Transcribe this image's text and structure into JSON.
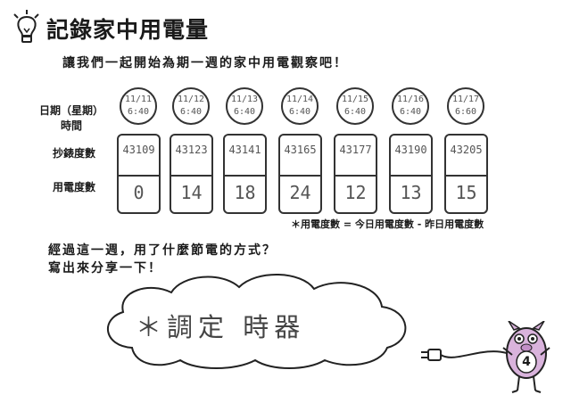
{
  "title": "記錄家中用電量",
  "intro": "讓我們一起開始為期一週的家中用電觀察吧！",
  "labels": {
    "date_line1": "日期（星期）",
    "date_line2": "時間",
    "meter": "抄錶度數",
    "usage": "用電度數"
  },
  "days": [
    {
      "date": "11/11",
      "time": "6:40",
      "meter": "43109",
      "usage": "0"
    },
    {
      "date": "11/12",
      "time": "6:40",
      "meter": "43123",
      "usage": "14"
    },
    {
      "date": "11/13",
      "time": "6:40",
      "meter": "43141",
      "usage": "18"
    },
    {
      "date": "11/14",
      "time": "6:40",
      "meter": "43165",
      "usage": "24"
    },
    {
      "date": "11/15",
      "time": "6:40",
      "meter": "43177",
      "usage": "12"
    },
    {
      "date": "11/16",
      "time": "6:40",
      "meter": "43190",
      "usage": "13"
    },
    {
      "date": "11/17",
      "time": "6:60",
      "meter": "43205",
      "usage": "15"
    }
  ],
  "formula_note": "＊用電度數 = 今日用電度數 - 昨日用電度數",
  "question_line1": "經過這一週，用了什麼節電的方式？",
  "question_line2": "寫出來分享一下！",
  "answer": "＊調定 時器",
  "mascot_number": "4",
  "colors": {
    "mascot": "#d9b3dc",
    "ink": "#1a1a1a"
  }
}
